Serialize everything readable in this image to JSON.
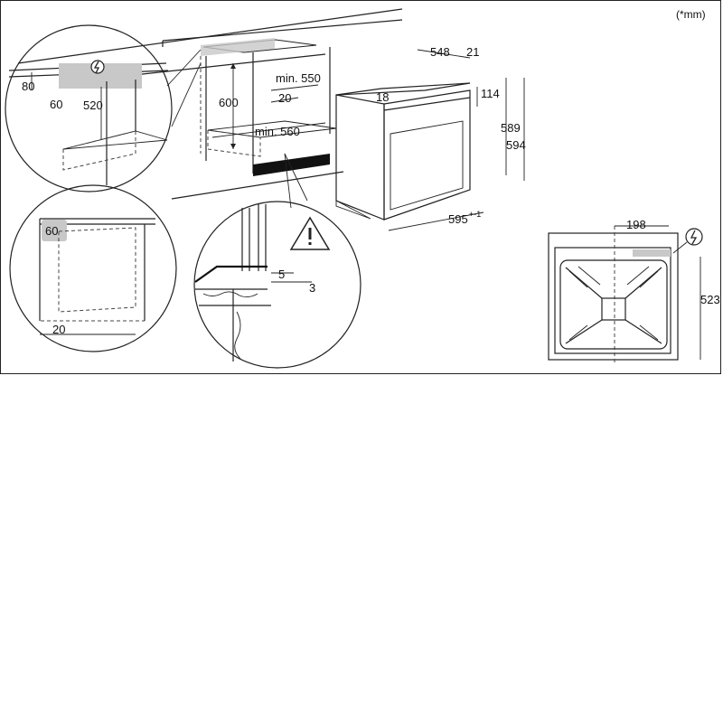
{
  "unit_note": "(*mm)",
  "dimensions": {
    "detail_top_80": "80",
    "detail_top_60": "60",
    "detail_top_520": "520",
    "cabinet_600": "600",
    "cabinet_min550": "min. 550",
    "cabinet_20": "20",
    "cabinet_min560": "min. 560",
    "oven_548": "548",
    "oven_21": "21",
    "oven_18": "18",
    "oven_114": "114",
    "oven_589": "589",
    "oven_594": "594",
    "oven_595": "595",
    "oven_595_tol": "+-1",
    "detail_left_60": "60",
    "detail_left_20": "20",
    "detail_mid_5": "5",
    "detail_mid_3": "3",
    "rear_198": "198",
    "rear_523": "523"
  },
  "icons": {
    "electrical": "electrical-hazard-icon",
    "warning": "warning-triangle-icon"
  }
}
